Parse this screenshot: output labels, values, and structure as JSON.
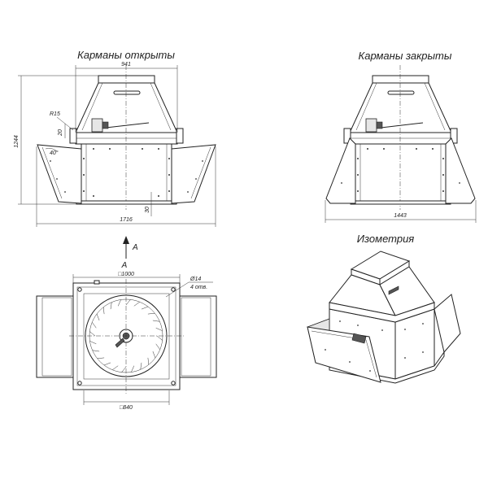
{
  "titles": {
    "open": "Карманы открыты",
    "closed": "Карманы закрыты",
    "iso": "Изометрия"
  },
  "dims": {
    "top_width": "941",
    "height": "1244",
    "radius": "R15",
    "offset_20": "20",
    "angle": "40°",
    "bottom_30": "30",
    "width_open": "1716",
    "width_closed": "1443",
    "arrow_a": "A",
    "view_a": "A",
    "flange_size": "□1000",
    "hole_dia": "Ø14",
    "hole_count": "4 отв.",
    "base_size": "□840"
  }
}
